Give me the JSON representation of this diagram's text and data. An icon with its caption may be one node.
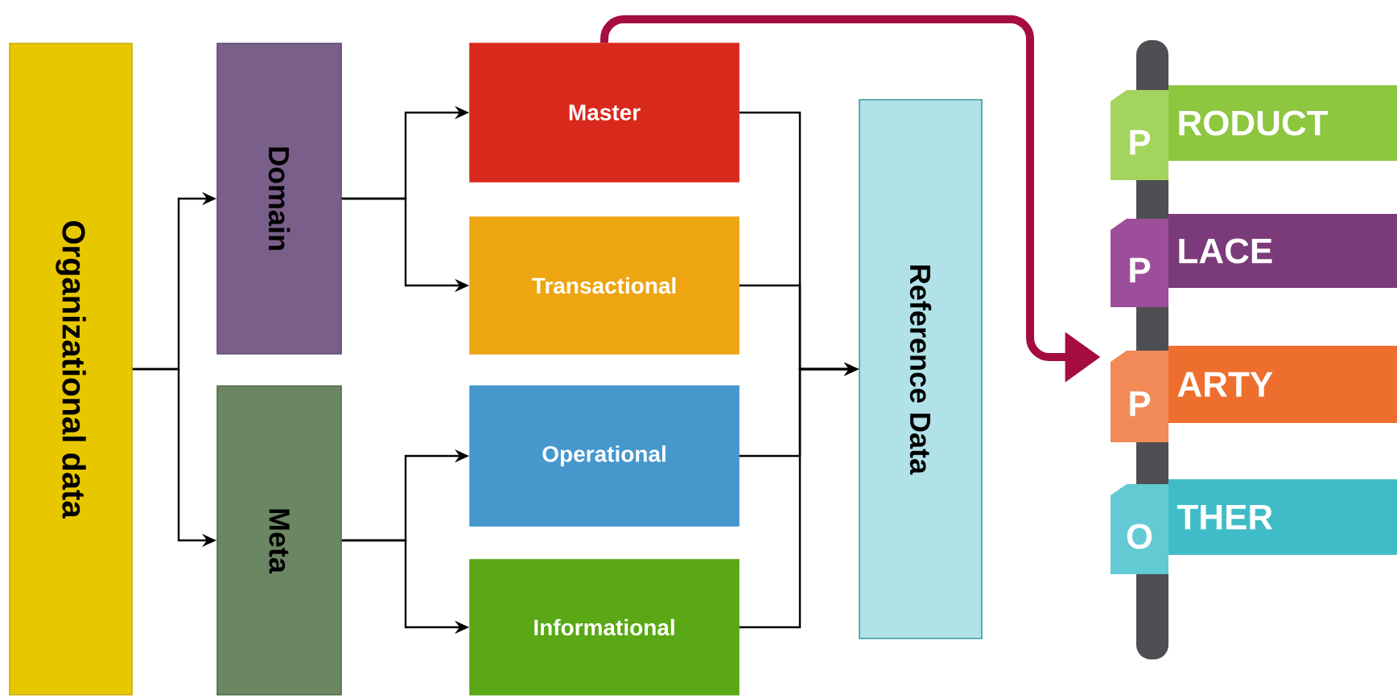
{
  "diagram": {
    "nodes": [
      {
        "text": [
          "Organizational data"
        ]
      },
      {
        "text": [
          "Domain"
        ]
      },
      {
        "text": [
          "Meta"
        ]
      },
      {
        "text": [
          "Master"
        ]
      },
      {
        "text": [
          "Transactional"
        ]
      },
      {
        "text": [
          "Operational"
        ]
      },
      {
        "text": [
          "Informational"
        ]
      },
      {
        "text": [
          "Reference Data"
        ]
      },
      {
        "text": [
          "P",
          "RODUCT"
        ]
      },
      {
        "text": [
          "P",
          "LACE"
        ]
      },
      {
        "text": [
          "P",
          "ARTY"
        ]
      },
      {
        "text": [
          "O",
          "THER"
        ]
      }
    ],
    "edges": [
      {
        "from": 0,
        "to": 1,
        "arrow": "to"
      },
      {
        "from": 0,
        "to": 2,
        "arrow": "to"
      },
      {
        "from": 1,
        "to": 3,
        "arrow": "to"
      },
      {
        "from": 1,
        "to": 4,
        "arrow": "to"
      },
      {
        "from": 2,
        "to": 5,
        "arrow": "to"
      },
      {
        "from": 2,
        "to": 6,
        "arrow": "to"
      },
      {
        "from": 3,
        "to": 7,
        "arrow": "to"
      },
      {
        "from": 4,
        "to": 7,
        "arrow": "to"
      },
      {
        "from": 5,
        "to": 7,
        "arrow": "to"
      },
      {
        "from": 6,
        "to": 7,
        "arrow": "to"
      },
      {
        "from": 3,
        "to": 10,
        "arrow": "to",
        "style": "thick",
        "color": "#a50d3f"
      }
    ]
  }
}
